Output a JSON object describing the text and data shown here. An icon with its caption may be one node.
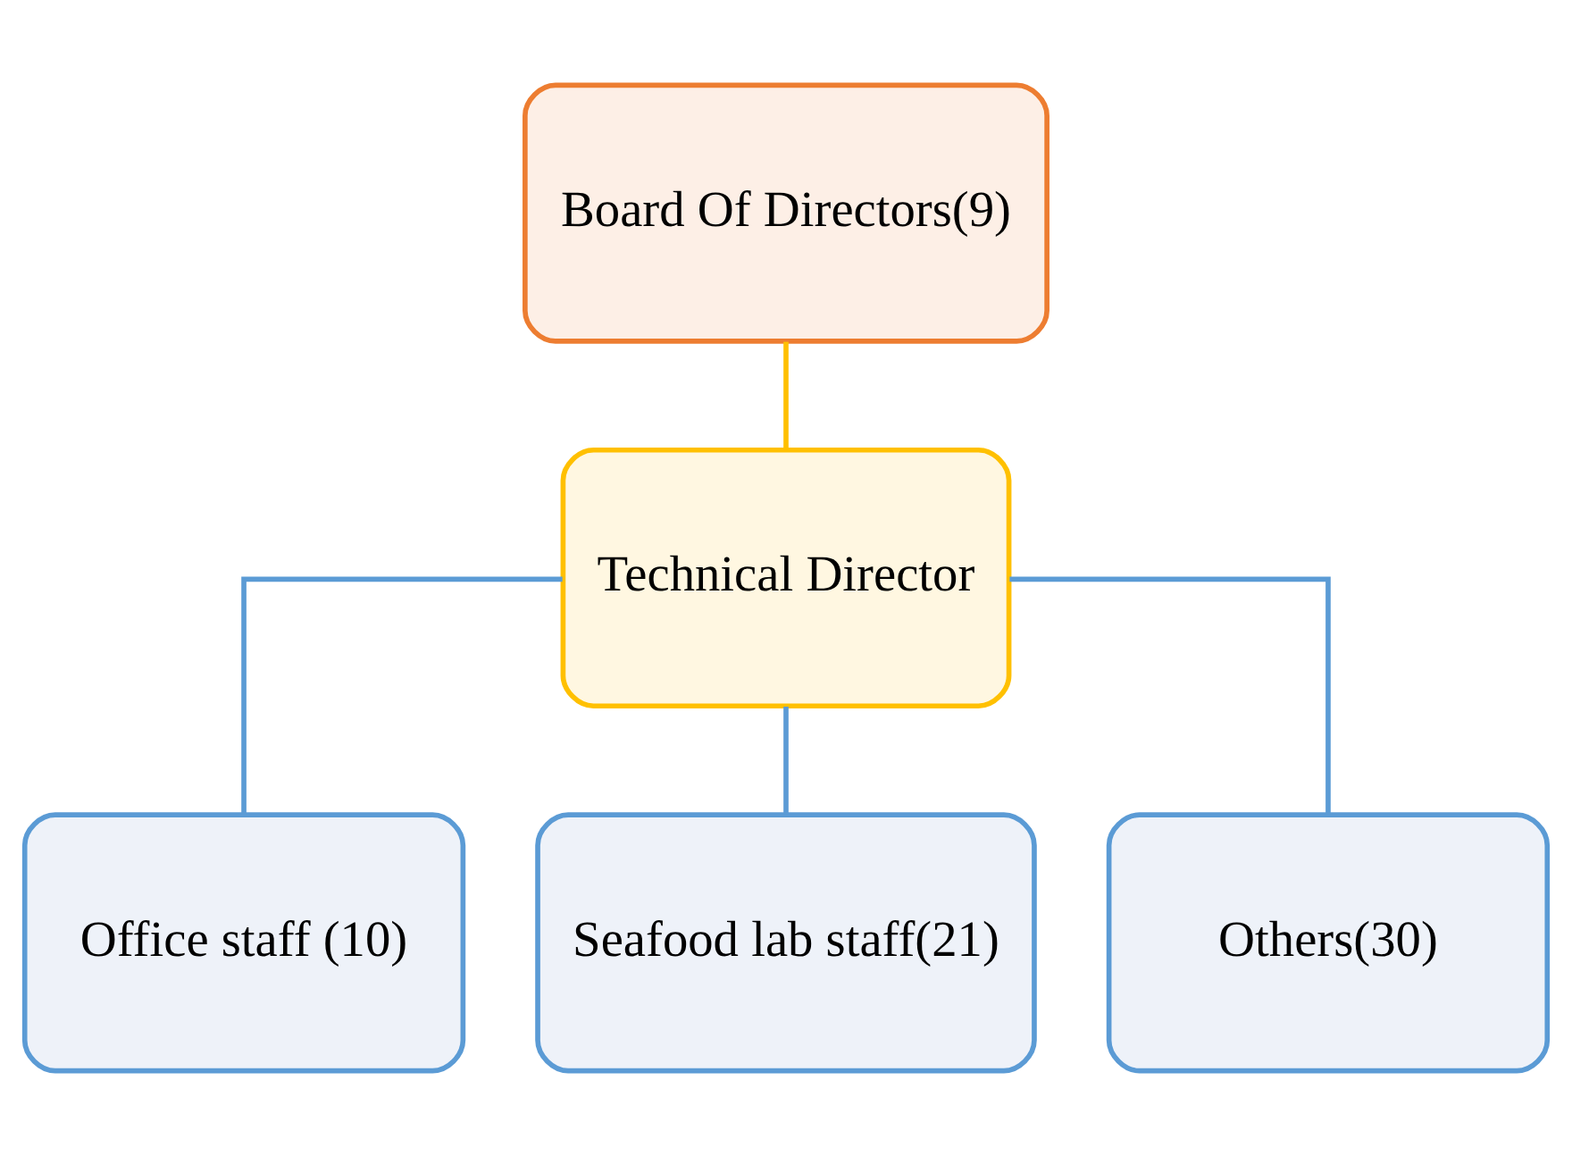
{
  "diagram": {
    "nodes": [
      {
        "text": [
          "Board Of Directors(9)"
        ]
      },
      {
        "text": [
          "Technical Director"
        ]
      },
      {
        "text": [
          "Office staff (10)"
        ]
      },
      {
        "text": [
          "Seafood lab staff(21)"
        ]
      },
      {
        "text": [
          "Others(30)"
        ]
      }
    ],
    "edges": [
      {
        "from": 0,
        "to": 1,
        "arrow": "none",
        "color": "#ffc000"
      },
      {
        "from": 1,
        "to": 2,
        "arrow": "none"
      },
      {
        "from": 1,
        "to": 3,
        "arrow": "none"
      },
      {
        "from": 1,
        "to": 4,
        "arrow": "none"
      }
    ]
  }
}
